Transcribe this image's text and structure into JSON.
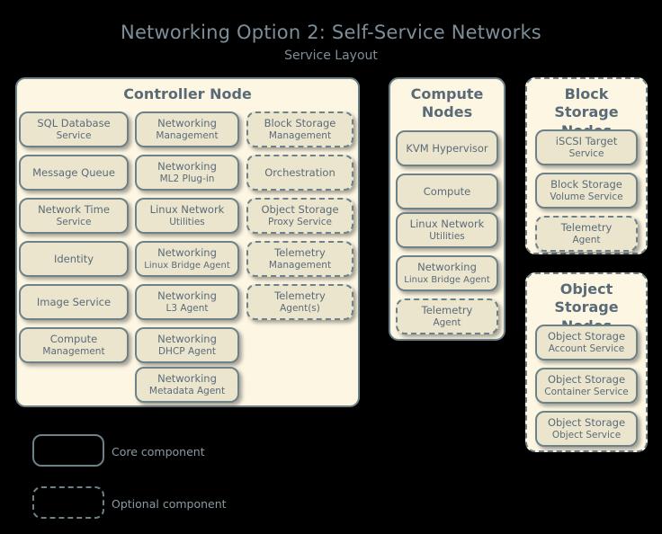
{
  "title": "Networking Option 2: Self-Service Networks",
  "subtitle": "Service Layout",
  "colors": {
    "background": "#000000",
    "panel_fill": "#fdf6e3",
    "box_fill": "#ece5ce",
    "border": "#6d8189",
    "title_text": "#7d8e99",
    "panel_title_text": "#5a6b78",
    "box_text": "#5a6b78",
    "legend_text": "#8b9aa3"
  },
  "panels": {
    "controller": {
      "title": "Controller Node",
      "optional": false,
      "column1": [
        {
          "l1": "SQL Database",
          "l2": "Service",
          "optional": false
        },
        {
          "l1": "Message Queue",
          "l2": "",
          "optional": false
        },
        {
          "l1": "Network Time",
          "l2": "Service",
          "optional": false
        },
        {
          "l1": "Identity",
          "l2": "",
          "optional": false
        },
        {
          "l1": "Image Service",
          "l2": "",
          "optional": false
        },
        {
          "l1": "Compute",
          "l2": "Management",
          "optional": false
        }
      ],
      "column2": [
        {
          "l1": "Networking",
          "l2": "Management",
          "optional": false
        },
        {
          "l1": "Networking",
          "l2": "ML2 Plug-in",
          "optional": false
        },
        {
          "l1": "Linux Network",
          "l2": "Utilities",
          "optional": false
        },
        {
          "l1": "Networking",
          "l2": "Linux Bridge Agent",
          "optional": false,
          "small2": true
        },
        {
          "l1": "Networking",
          "l2": "L3 Agent",
          "optional": false
        },
        {
          "l1": "Networking",
          "l2": "DHCP Agent",
          "optional": false
        },
        {
          "l1": "Networking",
          "l2": "Metadata Agent",
          "optional": false
        }
      ],
      "column3": [
        {
          "l1": "Block Storage",
          "l2": "Management",
          "optional": true
        },
        {
          "l1": "Orchestration",
          "l2": "",
          "optional": true
        },
        {
          "l1": "Object Storage",
          "l2": "Proxy Service",
          "optional": true
        },
        {
          "l1": "Telemetry",
          "l2": "Management",
          "optional": true
        },
        {
          "l1": "Telemetry",
          "l2": "Agent(s)",
          "optional": true
        }
      ]
    },
    "compute": {
      "title": "Compute Nodes",
      "optional": false,
      "services": [
        {
          "l1": "KVM Hypervisor",
          "l2": "",
          "optional": false
        },
        {
          "l1": "Compute",
          "l2": "",
          "optional": false
        },
        {
          "l1": "Linux Network",
          "l2": "Utilities",
          "optional": false
        },
        {
          "l1": "Networking",
          "l2": "Linux Bridge Agent",
          "optional": false,
          "small2": true
        },
        {
          "l1": "Telemetry",
          "l2": "Agent",
          "optional": true
        }
      ]
    },
    "block_storage": {
      "title": "Block Storage Nodes",
      "optional": true,
      "services": [
        {
          "l1": "iSCSI Target",
          "l2": "Service",
          "optional": false
        },
        {
          "l1": "Block Storage",
          "l2": "Volume Service",
          "optional": false
        },
        {
          "l1": "Telemetry",
          "l2": "Agent",
          "optional": true
        }
      ]
    },
    "object_storage": {
      "title": "Object Storage Nodes",
      "optional": true,
      "services": [
        {
          "l1": "Object Storage",
          "l2": "Account Service",
          "optional": false
        },
        {
          "l1": "Object Storage",
          "l2": "Container Service",
          "optional": false
        },
        {
          "l1": "Object Storage",
          "l2": "Object Service",
          "optional": false
        }
      ]
    }
  },
  "legend": {
    "core_label": "Core component",
    "optional_label": "Optional component"
  }
}
